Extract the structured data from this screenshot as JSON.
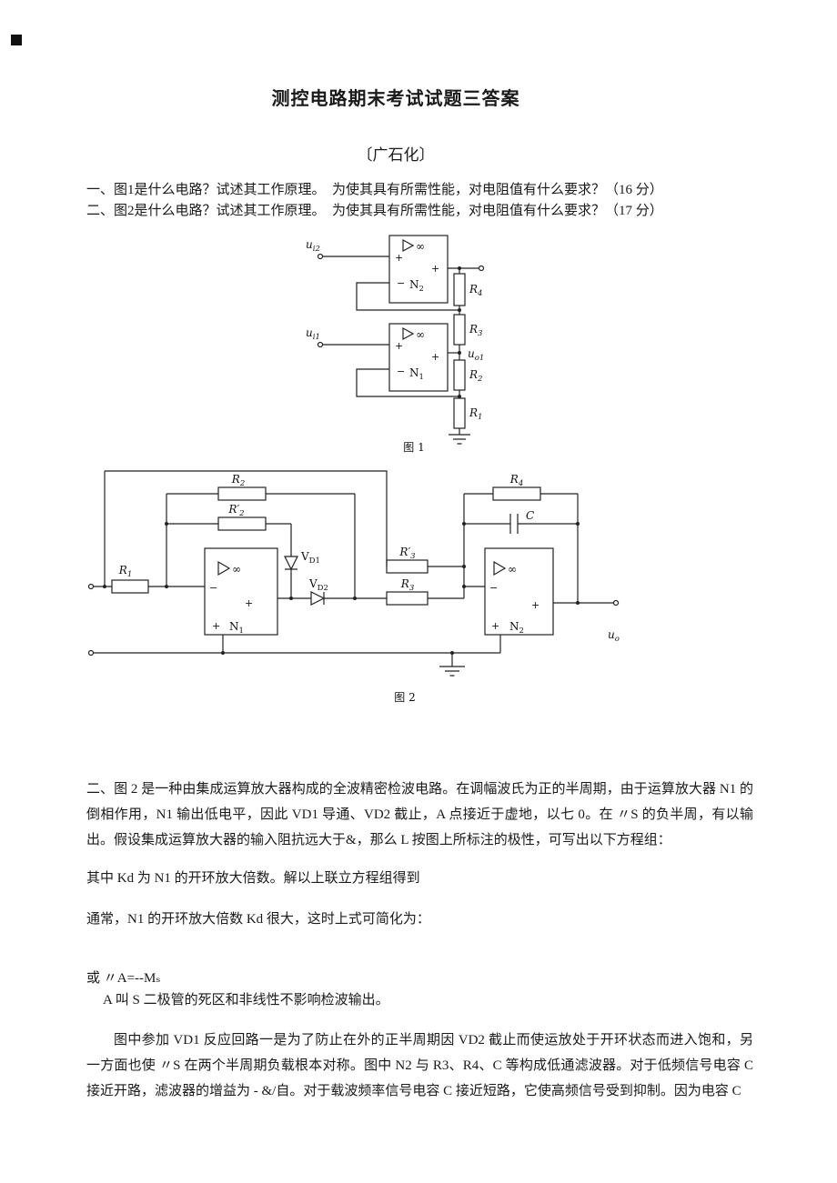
{
  "doc": {
    "title": "测控电路期末考试试题三答案",
    "subtitle": "〔广石化〕",
    "questions": [
      "一、图1是什么电路？试述其工作原理。　为使其具有所需性能，对电阻值有什么要求？（16 分）",
      "二、图2是什么电路？试述其工作原理。　为使其具有所需性能，对电阻值有什么要求？（17 分）"
    ],
    "paragraphs": [
      "二、图 2 是一种由集成运算放大器构成的全波精密检波电路。在调幅波氏为正的半周期，由于运算放大器 N1 的倒相作用，N1 输出低电平，因此 VD1 导通、VD2 截止，A 点接近于虚地，以七 0。在 〃S 的负半周，有以输出。假设集成运算放大器的输入阻抗远大于&，那么 L 按图上所标注的极性，可写出以下方程组：",
      "其中 Kd 为 N1 的开环放大倍数。解以上联立方程组得到",
      "通常，N1 的开环放大倍数 Kd 很大，这时上式可简化为：",
      "或 〃A=--Mₛ",
      "A 叫 S 二极管的死区和非线性不影响检波输出。",
      "图中参加 VD1 反应回路一是为了防止在外的正半周期因 VD2 截止而使运放处于开环状态而进入饱和，另一方面也使 〃S 在两个半周期负载根本对称。图中 N2 与 R3、R4、C 等构成低通滤波器。对于低频信号电容 C 接近开路，滤波器的增益为 - &/自。对于载波频率信号电容 C 接近短路，它使高频信号受到抑制。因为电容 C"
    ]
  },
  "sym": {
    "inf": "∞",
    "plus": "+",
    "minus": "−"
  },
  "fig1": {
    "caption": "图 1",
    "labels": {
      "ui2": {
        "base": "u",
        "sub": "i2"
      },
      "ui1": {
        "base": "u",
        "sub": "i1"
      },
      "uo1": {
        "base": "u",
        "sub": "o1"
      },
      "n1": {
        "base": "N",
        "sub": "1"
      },
      "n2": {
        "base": "N",
        "sub": "2"
      },
      "r1": {
        "base": "R",
        "sub": "1"
      },
      "r2": {
        "base": "R",
        "sub": "2"
      },
      "r3": {
        "base": "R",
        "sub": "3"
      },
      "r4": {
        "base": "R",
        "sub": "4"
      }
    }
  },
  "fig2": {
    "caption": "图 2",
    "labels": {
      "r1": {
        "base": "R",
        "sub": "1"
      },
      "r2": {
        "base": "R",
        "sub": "2"
      },
      "r2p": {
        "base": "R′",
        "sub": "2"
      },
      "r3": {
        "base": "R",
        "sub": "3"
      },
      "r3p": {
        "base": "R′",
        "sub": "3"
      },
      "r4": {
        "base": "R",
        "sub": "4"
      },
      "c": {
        "base": "C",
        "sub": ""
      },
      "n1": {
        "base": "N",
        "sub": "1"
      },
      "n2": {
        "base": "N",
        "sub": "2"
      },
      "vd1": {
        "base": "V",
        "sub": "D1"
      },
      "vd2": {
        "base": "V",
        "sub": "D2"
      },
      "uo": {
        "base": "u",
        "sub": "o"
      }
    }
  }
}
